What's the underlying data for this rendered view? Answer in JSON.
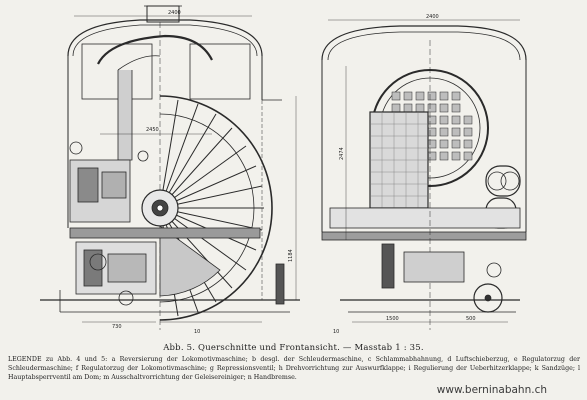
{
  "figure": {
    "caption": "Abb. 5. Querschnitte und Frontansicht. — Masstab 1 : 35.",
    "legend": "LEGENDE zu Abb. 4 und 5: a Reversierung der Lokomotivmaschine; b desgl. der Schleudermaschine, c Schlammabhahnung, d Luftschieberzug, e Regulatorzug der Schleudermaschine; f Regulatorzug der Lokomotivmaschine; g Repressionsventil; h Drehvorrichtung zur Auswurfklappe; i Regulierung der Ueberhitzerklappe; k Sandzüge; l Hauptabsperrventil am Dom; m Ausschaltvorrichtung der Geleisereiniger; n Handbremse.",
    "watermark": "www.berninabahn.ch"
  },
  "dimensions": {
    "left": {
      "d2400": "2400",
      "d2450": "2450",
      "d1184": "1184",
      "d730": "730",
      "d10": "10"
    },
    "right": {
      "d2400": "2400",
      "d2474": "2474",
      "d10": "10",
      "d1500": "1500",
      "d500": "500"
    }
  }
}
